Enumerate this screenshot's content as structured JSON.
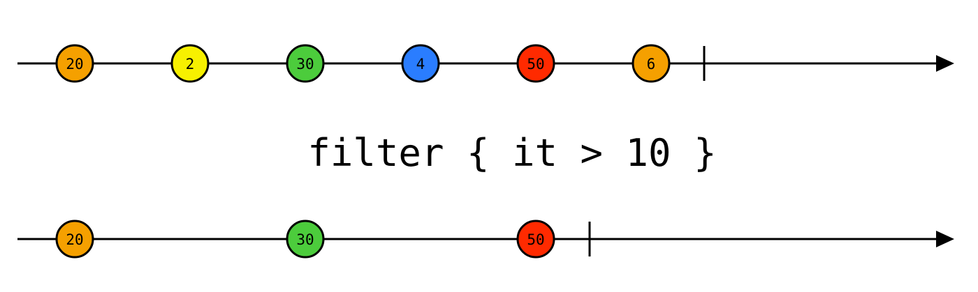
{
  "input_stream": {
    "marbles": [
      {
        "value": "20",
        "color": "#f5a000"
      },
      {
        "value": "2",
        "color": "#f7f000"
      },
      {
        "value": "30",
        "color": "#4ccc3c"
      },
      {
        "value": "4",
        "color": "#2a7dff"
      },
      {
        "value": "50",
        "color": "#ff2a00"
      },
      {
        "value": "6",
        "color": "#f5a000"
      }
    ]
  },
  "operator": {
    "label": "filter { it > 10 }"
  },
  "output_stream": {
    "marbles": [
      {
        "value": "20",
        "color": "#f5a000"
      },
      {
        "value": "30",
        "color": "#4ccc3c"
      },
      {
        "value": "50",
        "color": "#ff2a00"
      }
    ]
  }
}
